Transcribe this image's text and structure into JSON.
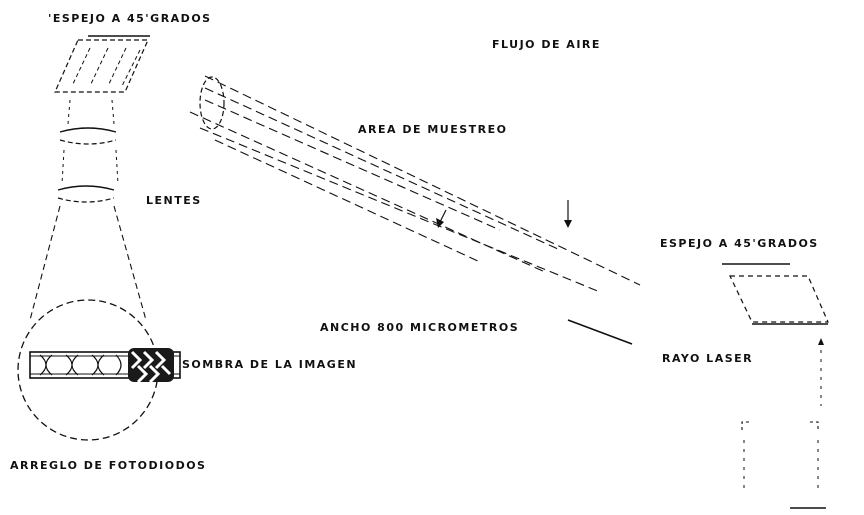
{
  "labels": {
    "mirror_top": "'ESPEJO A 45'GRADOS",
    "air_flow": "FLUJO DE AIRE",
    "sampling_area": "AREA DE MUESTREO",
    "lenses": "LENTES",
    "mirror_right": "ESPEJO A 45'GRADOS",
    "width": "ANCHO 800 MICROMETROS",
    "laser": "RAYO LASER",
    "image_shadow": "SOMBRA DE LA IMAGEN",
    "photodiode_array": "ARREGLO DE FOTODIODOS"
  },
  "colors": {
    "ink": "#111111",
    "background": "#ffffff"
  }
}
